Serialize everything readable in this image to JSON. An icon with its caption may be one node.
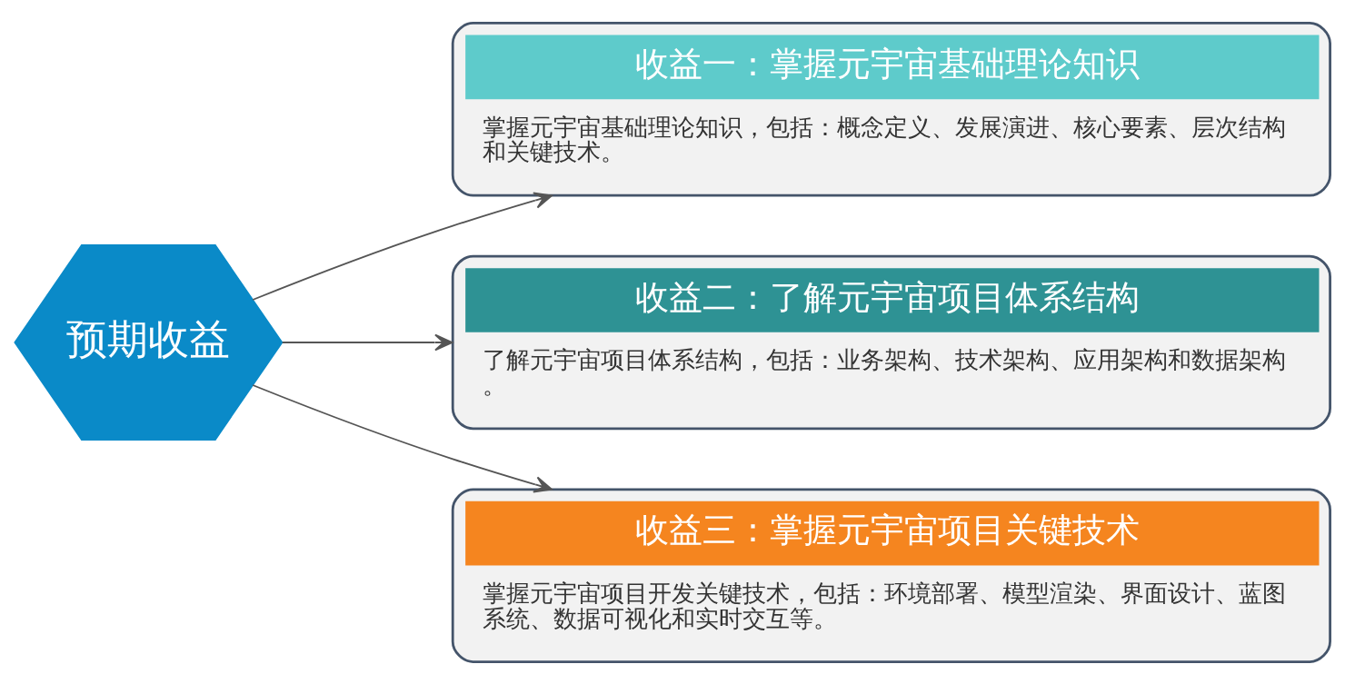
{
  "diagram": {
    "nodes": [
      {
        "text": [
          "预期收益"
        ]
      },
      {
        "text": [
          "收益一：掌握元宇宙基础理论知识",
          "掌握元宇宙基础理论知识，包括：概念定义、发展演进、核心要素、层次结构和关键技术。"
        ]
      },
      {
        "text": [
          "收益二：了解元宇宙项目体系结构",
          "了解元宇宙项目体系结构，包括：业务架构、技术架构、应用架构和数据架构。"
        ]
      },
      {
        "text": [
          "收益三：掌握元宇宙项目关键技术",
          "掌握元宇宙项目开发关键技术，包括：环境部署、模型渲染、界面设计、蓝图系统、数据可视化和实时交互等。"
        ]
      }
    ],
    "edges": [
      {
        "from": 0,
        "to": 1,
        "arrow": "to"
      },
      {
        "from": 0,
        "to": 2,
        "arrow": "to"
      },
      {
        "from": 0,
        "to": 3,
        "arrow": "to"
      }
    ]
  }
}
